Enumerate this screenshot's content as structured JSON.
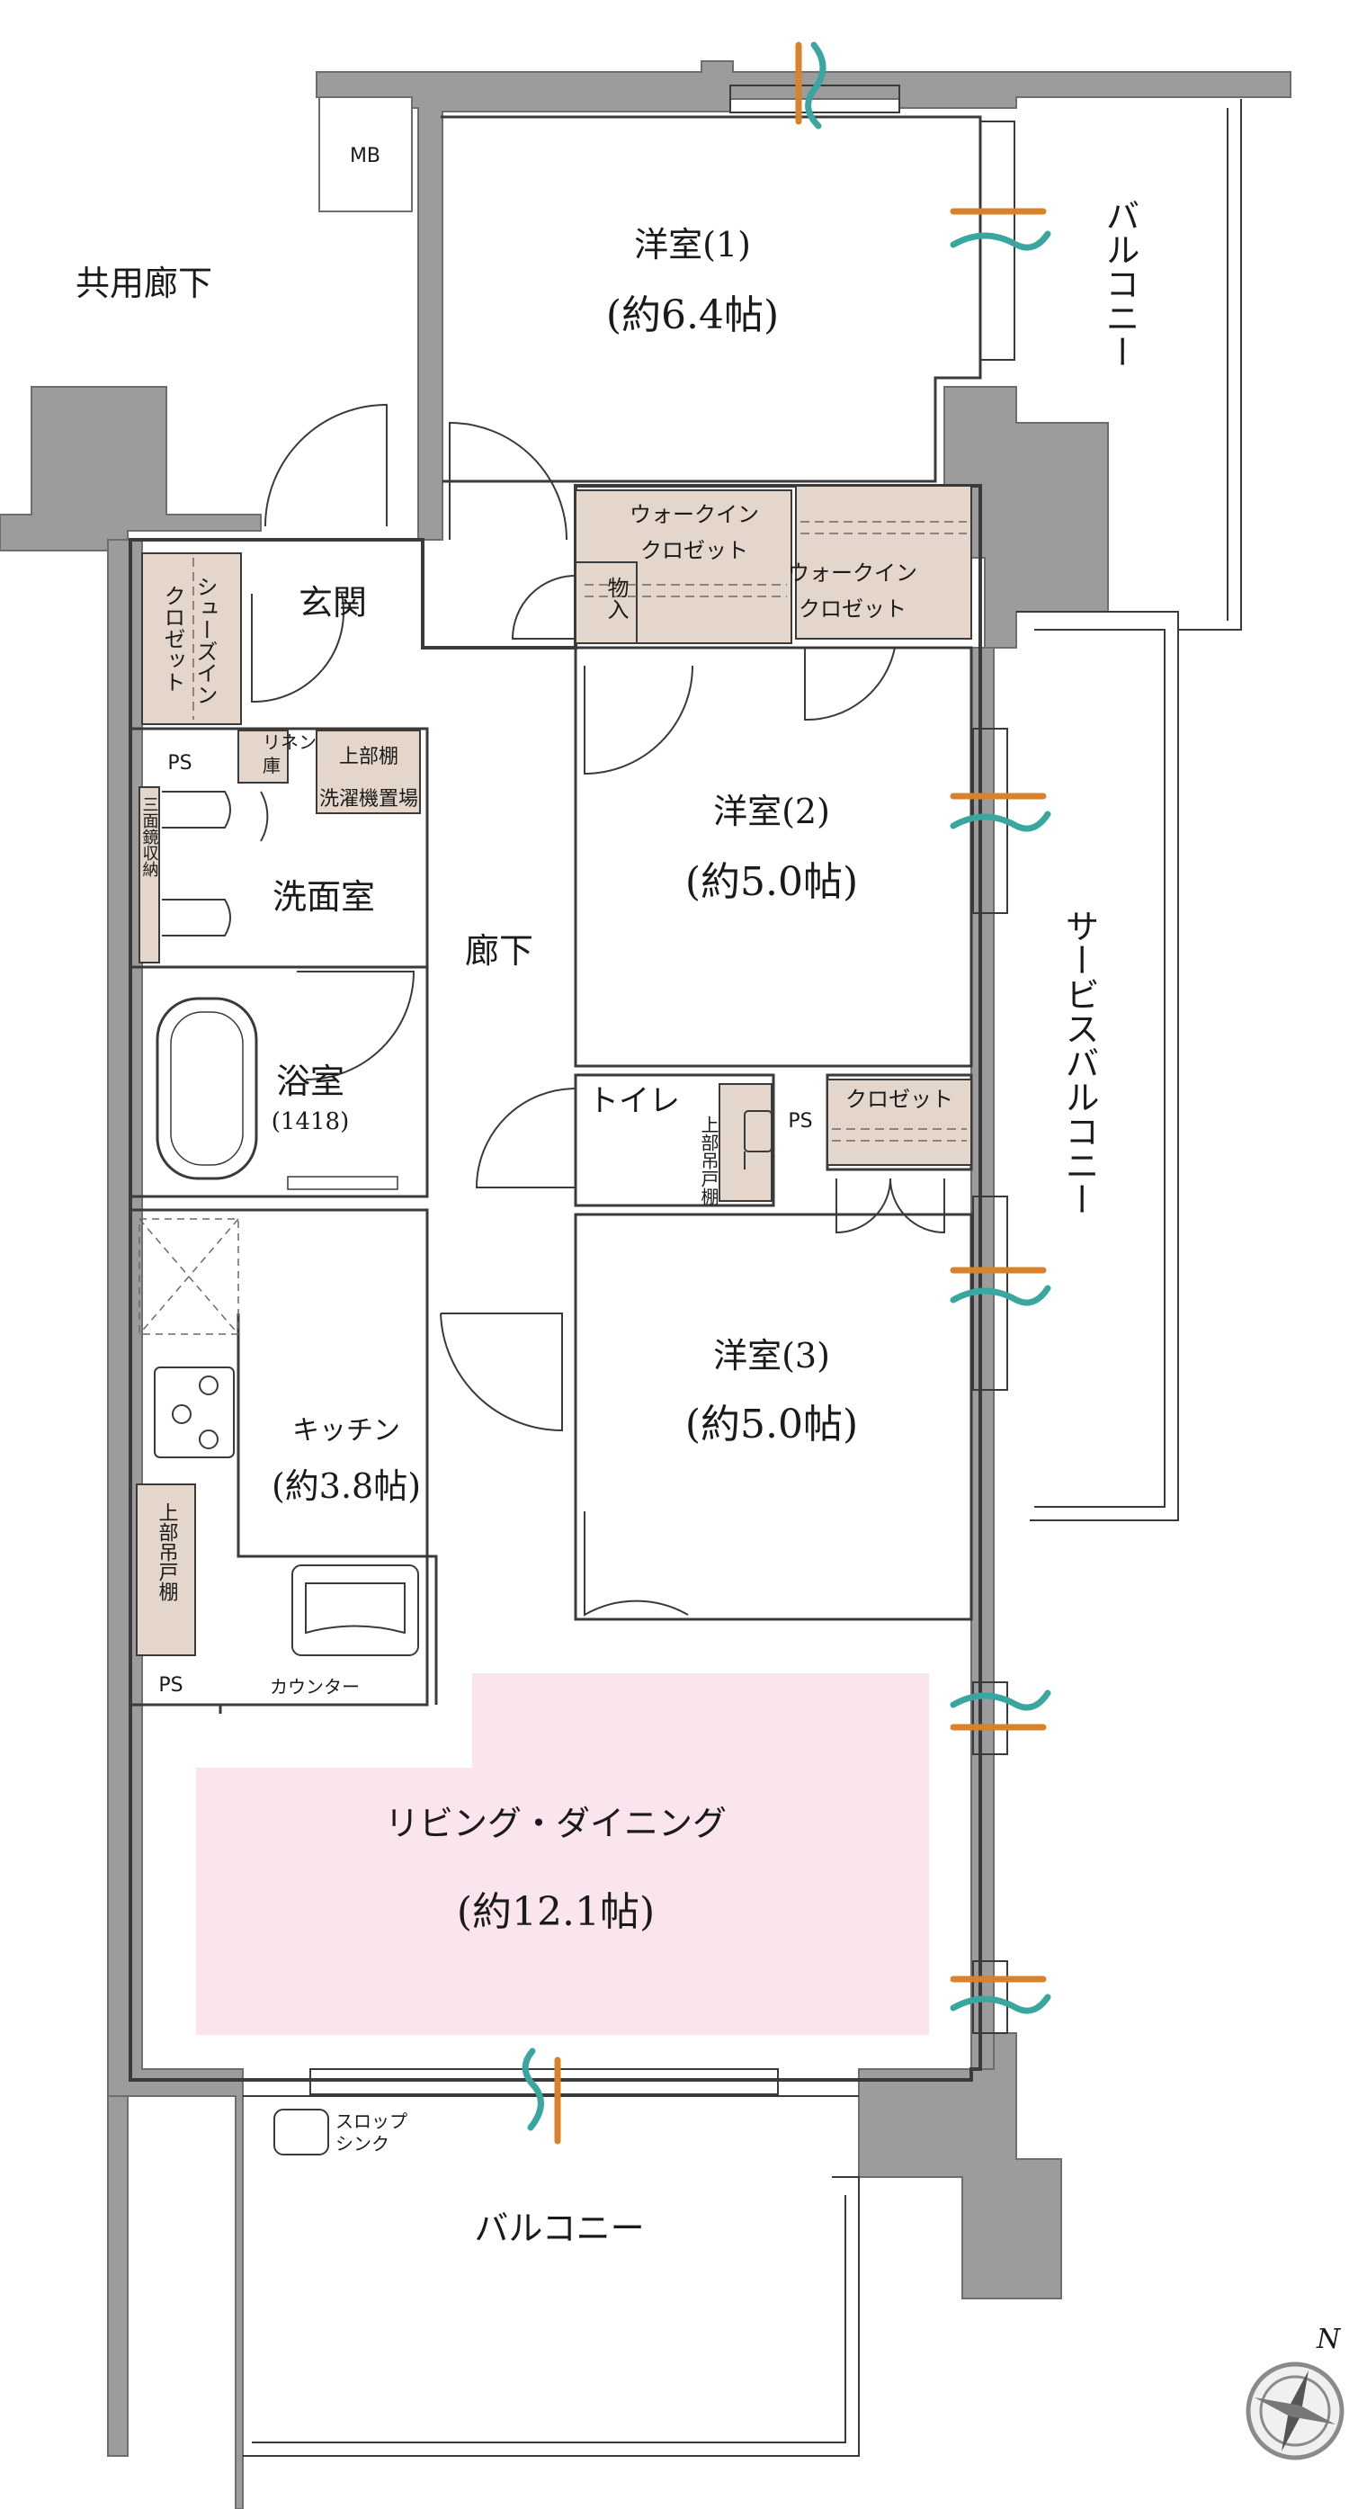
{
  "rooms": {
    "western1": {
      "name": "洋室(1)",
      "size": "(約6.4帖)"
    },
    "western2": {
      "name": "洋室(2)",
      "size": "(約5.0帖)"
    },
    "western3": {
      "name": "洋室(3)",
      "size": "(約5.0帖)"
    },
    "kitchen": {
      "name": "キッチン",
      "size": "(約3.8帖)"
    },
    "living": {
      "name": "リビング・ダイニング",
      "size": "(約12.1帖)"
    },
    "entrance": "玄関",
    "washroom": "洗面室",
    "bath": {
      "name": "浴室",
      "size": "(1418)"
    },
    "hallway": "廊下",
    "toilet": "トイレ"
  },
  "storage": {
    "shoes_closet": "シューズイン クロゼット",
    "wic1": "ウォークイン クロゼット",
    "wic2": "ウォークイン クロゼット",
    "monoire": "物入",
    "closet": "クロゼット",
    "linen": "リネン 庫",
    "upper_shelf": "上部棚",
    "washer": "洗濯機置場",
    "mirror_storage": "三面鏡収納",
    "hanging_shelf_kitchen": "上部吊戸棚",
    "hanging_shelf_toilet": "上部吊戸棚",
    "counter": "カウンター",
    "slop_sink": "スロップ シンク",
    "mb": "MB",
    "ps": [
      "PS",
      "PS",
      "PS"
    ]
  },
  "outdoor": {
    "common_corridor": "共用廊下",
    "balcony_top": "バルコニー",
    "service_balcony": "サービスバルコニー",
    "balcony_bottom": "バルコニー"
  },
  "compass": {
    "north_label": "N"
  },
  "colors": {
    "wall": "#9c9c9c",
    "storage_fill": "#e4d6cb",
    "living_highlight": "#fae4ee",
    "wind_orange": "#d9822b",
    "wind_teal": "#3aa6a0",
    "line": "#3a3a3a"
  }
}
